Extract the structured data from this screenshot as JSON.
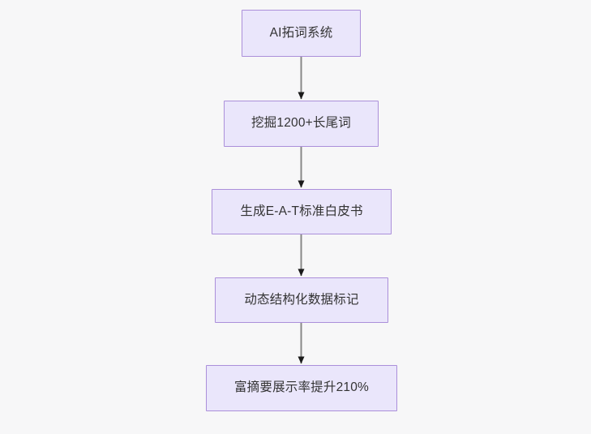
{
  "diagram": {
    "type": "flowchart",
    "direction": "top-down",
    "background_color": "#f7f7f8",
    "node_fill_color": "#eae6fb",
    "node_border_color": "#ab8fda",
    "node_text_color": "#333333",
    "edge_color": "#888888",
    "arrowhead_color": "#1a1a1a",
    "nodes": [
      {
        "id": "n0",
        "label": "AI拓词系统"
      },
      {
        "id": "n1",
        "label": "挖掘1200+长尾词"
      },
      {
        "id": "n2",
        "label": "生成E-A-T标准白皮书"
      },
      {
        "id": "n3",
        "label": "动态结构化数据标记"
      },
      {
        "id": "n4",
        "label": "富摘要展示率提升210%"
      }
    ],
    "edges": [
      {
        "from": "n0",
        "to": "n1",
        "label": ""
      },
      {
        "from": "n1",
        "to": "n2",
        "label": ""
      },
      {
        "from": "n2",
        "to": "n3",
        "label": ""
      },
      {
        "from": "n3",
        "to": "n4",
        "label": ""
      }
    ]
  }
}
